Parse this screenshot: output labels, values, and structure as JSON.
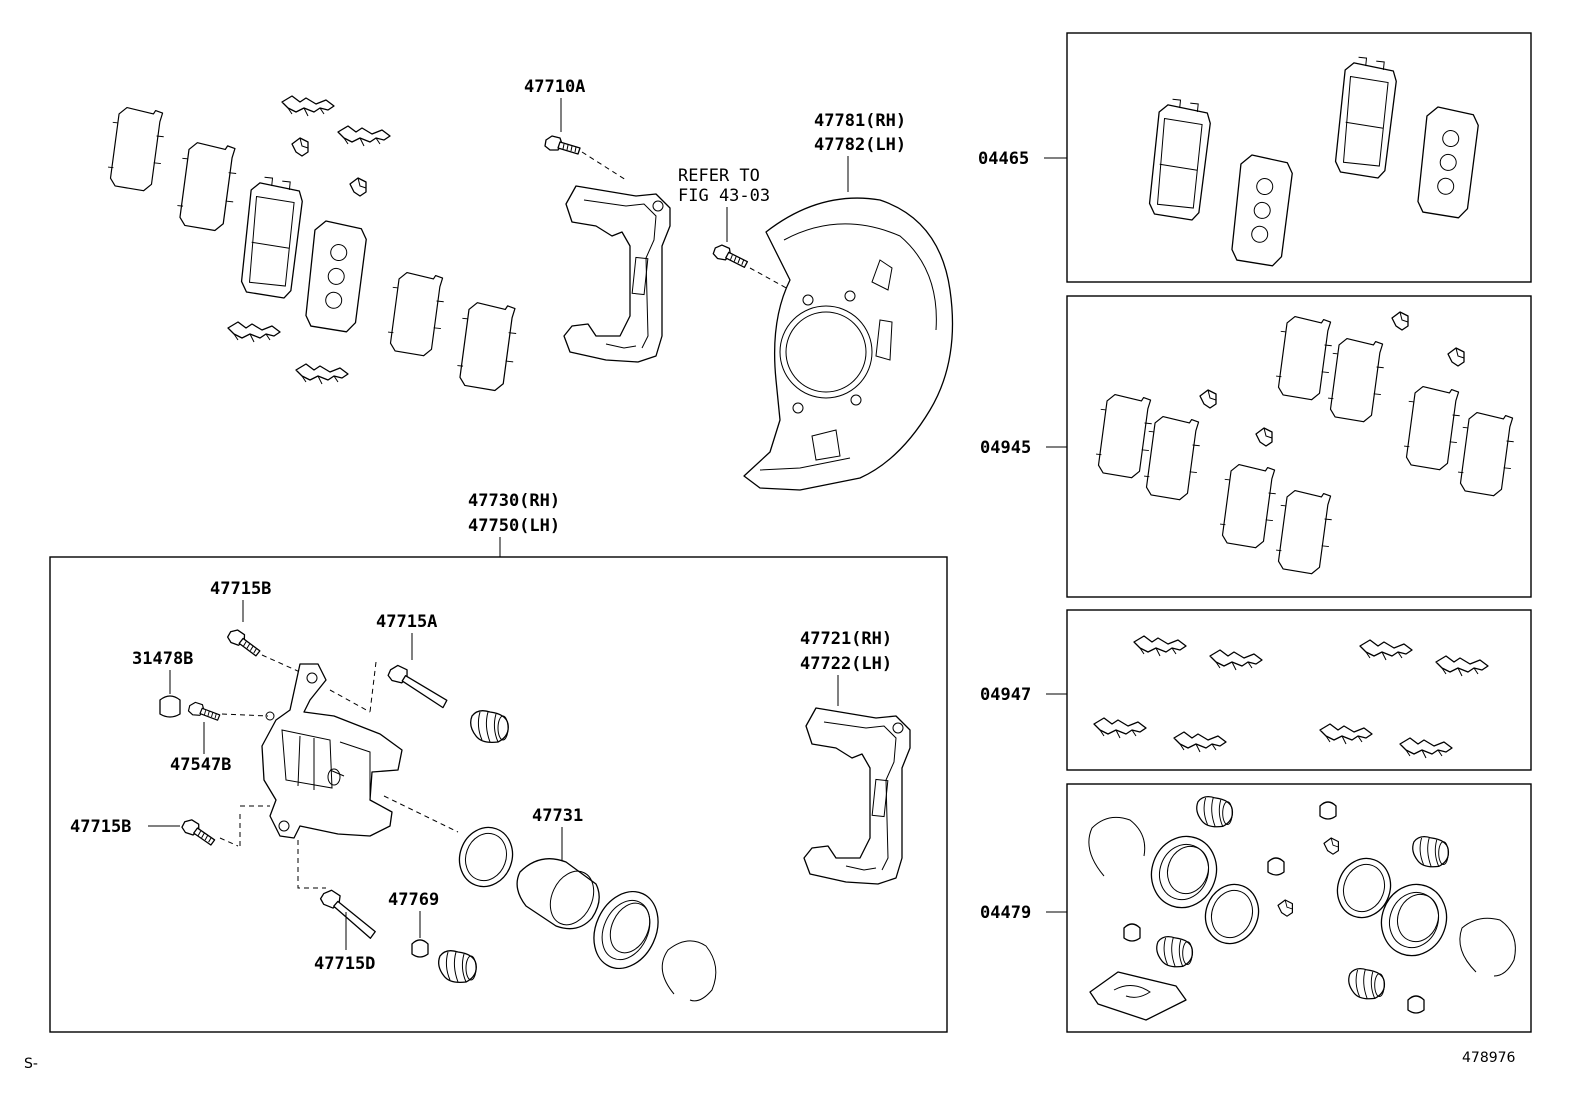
{
  "labels": {
    "p47710A": "47710A",
    "p47781": "47781(RH)",
    "p47782": "47782(LH)",
    "refer1": "REFER TO",
    "refer2": "FIG 43-03",
    "p47730": "47730(RH)",
    "p47750": "47750(LH)",
    "p47715B_top": "47715B",
    "p47715A": "47715A",
    "p31478B": "31478B",
    "p47547B": "47547B",
    "p47715B_mid": "47715B",
    "p47731": "47731",
    "p47769": "47769",
    "p47715D": "47715D",
    "p47721": "47721(RH)",
    "p47722": "47722(LH)",
    "k04465": "04465",
    "k04945": "04945",
    "k04947": "04947",
    "k04479": "04479",
    "corner_left": "S-",
    "corner_right": "478976"
  },
  "icons": {
    "pad": "brake-pad-icon",
    "shim": "anti-squeal-shim-icon",
    "clip": "pad-support-clip-icon",
    "bolt": "bolt-icon",
    "bracket": "caliper-bracket-icon",
    "dust_cover": "disc-dust-cover-icon",
    "cylinder": "caliper-cylinder-icon",
    "piston": "caliper-piston-icon",
    "seal": "piston-seal-icon",
    "boot": "dust-boot-icon",
    "ring": "set-ring-icon",
    "bleeder": "bleeder-plug-icon",
    "grease": "grease-packet-icon"
  }
}
